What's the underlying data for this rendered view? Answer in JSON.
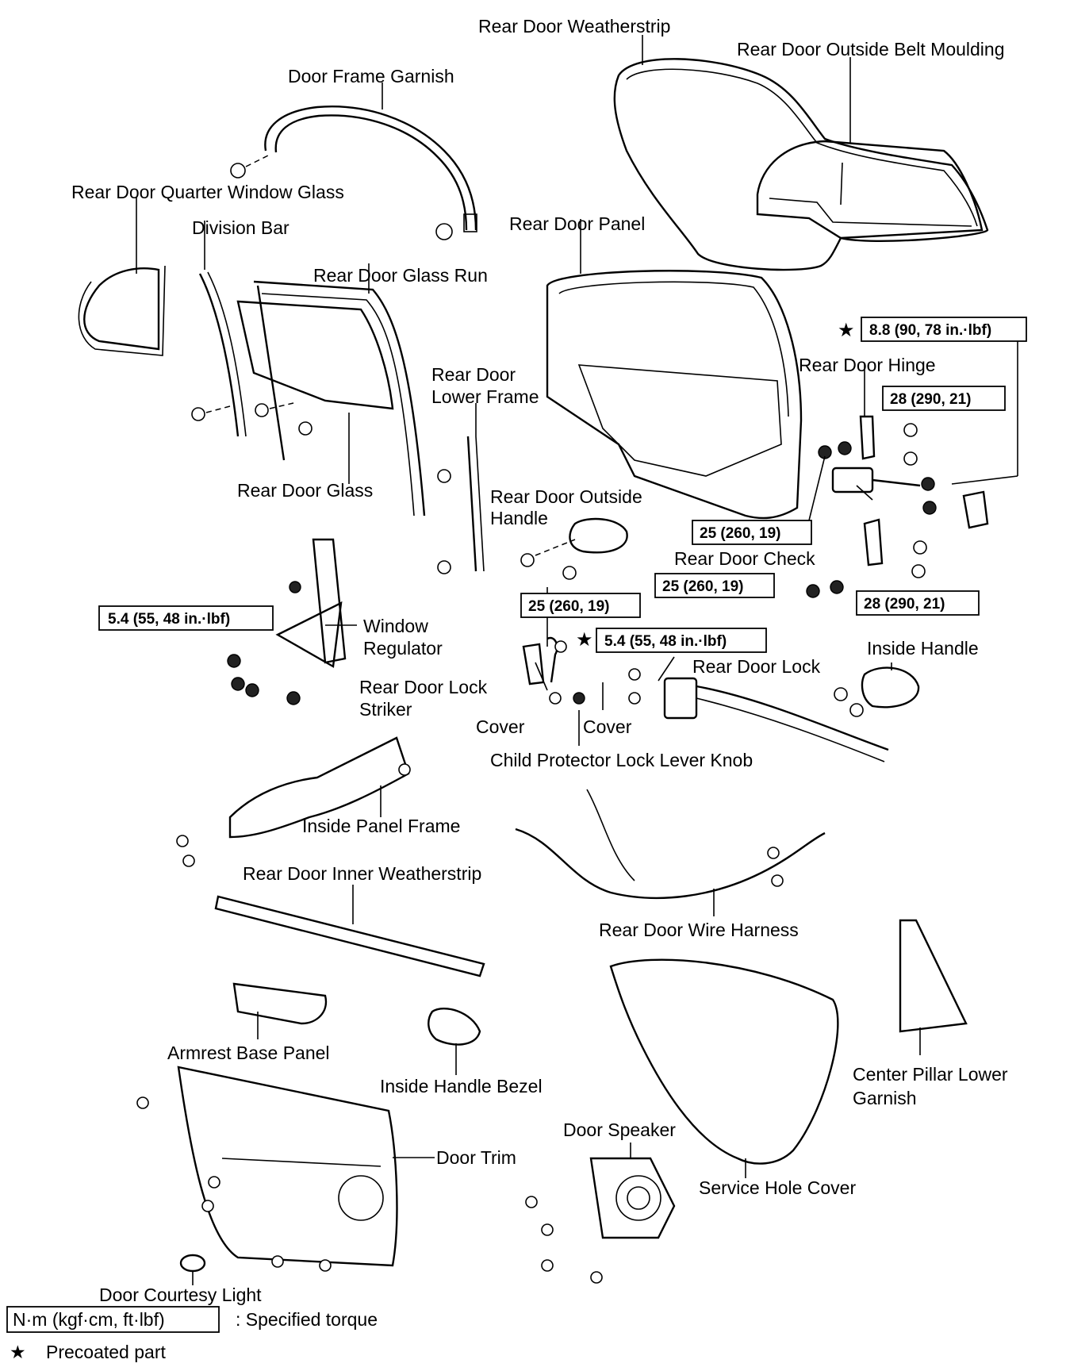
{
  "labels": {
    "rear_door_weatherstrip": "Rear Door Weatherstrip",
    "rear_door_outside_belt_moulding": "Rear Door Outside Belt Moulding",
    "door_frame_garnish": "Door Frame Garnish",
    "rear_door_quarter_window_glass": "Rear Door Quarter Window Glass",
    "division_bar": "Division Bar",
    "rear_door_panel": "Rear Door Panel",
    "rear_door_glass_run": "Rear Door Glass Run",
    "rear_door_hinge": "Rear Door Hinge",
    "rear_door_lower_frame_1": "Rear Door",
    "rear_door_lower_frame_2": "Lower Frame",
    "rear_door_glass": "Rear Door Glass",
    "rear_door_outside_handle_1": "Rear Door Outside",
    "rear_door_outside_handle_2": "Handle",
    "rear_door_check": "Rear Door Check",
    "window_regulator_1": "Window",
    "window_regulator_2": "Regulator",
    "rear_door_lock": "Rear Door Lock",
    "inside_handle": "Inside Handle",
    "rear_door_lock_striker_1": "Rear Door Lock",
    "rear_door_lock_striker_2": "Striker",
    "cover_left": "Cover",
    "cover_right": "Cover",
    "child_protector_lock_lever_knob": "Child Protector Lock Lever Knob",
    "inside_panel_frame": "Inside Panel Frame",
    "rear_door_inner_weatherstrip": "Rear Door Inner Weatherstrip",
    "rear_door_wire_harness": "Rear Door Wire Harness",
    "armrest_base_panel": "Armrest Base Panel",
    "inside_handle_bezel": "Inside Handle Bezel",
    "center_pillar_lower_garnish_1": "Center Pillar Lower",
    "center_pillar_lower_garnish_2": "Garnish",
    "door_speaker": "Door Speaker",
    "door_trim": "Door Trim",
    "service_hole_cover": "Service Hole Cover",
    "door_courtesy_light": "Door Courtesy Light"
  },
  "torques": {
    "hinge_upper_precoated": "8.8 (90, 78 in.·lbf)",
    "hinge_bolt_upper": "28 (290, 21)",
    "hinge_nut": "25 (260, 19)",
    "check_nut": "25 (260, 19)",
    "hinge_bolt_lower": "28 (290, 21)",
    "regulator": "5.4 (55, 48 in.·lbf)",
    "striker": "25 (260, 19)",
    "lock_precoated": "5.4 (55, 48 in.·lbf)"
  },
  "legend": {
    "unit_box": "N·m (kgf·cm, ft·lbf)",
    "unit_desc": ": Specified torque",
    "star_symbol": "★",
    "star_desc": "Precoated part"
  }
}
